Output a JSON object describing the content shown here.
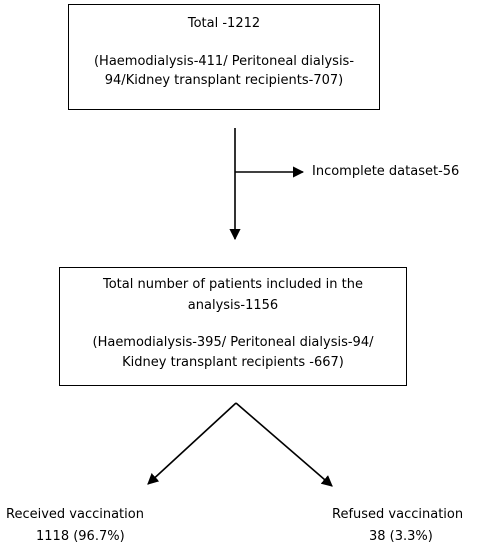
{
  "top_box": {
    "title": "Total -1212",
    "detail_line1": "(Haemodialysis-411/ Peritoneal dialysis-",
    "detail_line2": "94/Kidney transplant recipients-707)"
  },
  "exclusion": {
    "label": "Incomplete dataset-56"
  },
  "middle_box": {
    "title_line1": "Total number of patients included in the",
    "title_line2": "analysis-1156",
    "detail_line1": "(Haemodialysis-395/ Peritoneal dialysis-94/",
    "detail_line2": "Kidney transplant recipients -667)"
  },
  "outcomes": {
    "received_label": "Received vaccination",
    "received_value": "1118 (96.7%)",
    "refused_label": "Refused vaccination",
    "refused_value": "38 (3.3%)"
  }
}
